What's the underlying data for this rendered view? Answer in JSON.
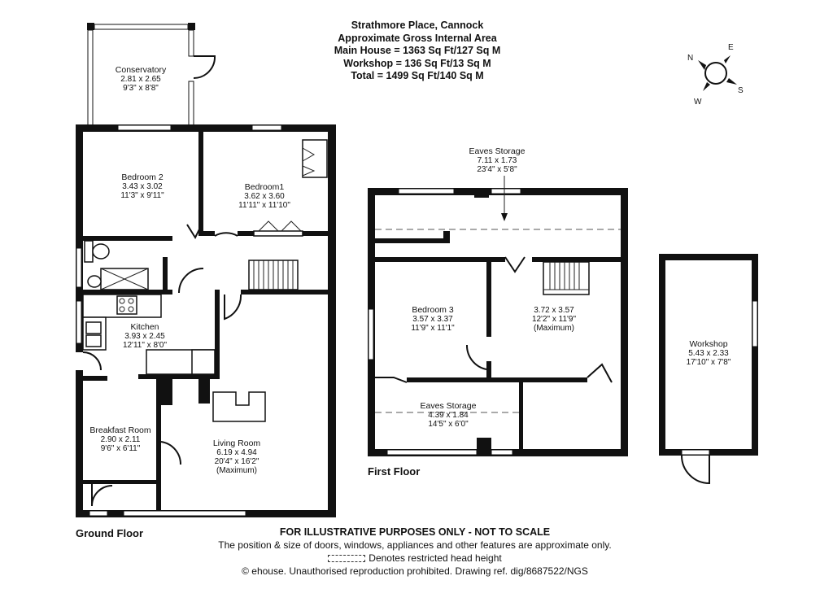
{
  "header": {
    "property": "Strathmore Place, Cannock",
    "area_title": "Approximate Gross Internal Area",
    "main_house": "Main House = 1363 Sq Ft/127 Sq M",
    "workshop": "Workshop = 136 Sq Ft/13 Sq M",
    "total": "Total = 1499 Sq Ft/140 Sq M"
  },
  "compass": {
    "n": "N",
    "e": "E",
    "s": "S",
    "w": "W"
  },
  "ground_floor": {
    "label": "Ground Floor",
    "rooms": {
      "conservatory": {
        "name": "Conservatory",
        "metric": "2.81 x 2.65",
        "imperial": "9'3\" x 8'8\""
      },
      "bedroom2": {
        "name": "Bedroom 2",
        "metric": "3.43 x 3.02",
        "imperial": "11'3\" x 9'11\""
      },
      "bedroom1": {
        "name": "Bedroom1",
        "metric": "3.62 x 3.60",
        "imperial": "11'11\" x 11'10\""
      },
      "kitchen": {
        "name": "Kitchen",
        "metric": "3.93 x 2.45",
        "imperial": "12'11\" x 8'0\""
      },
      "breakfast": {
        "name": "Breakfast Room",
        "metric": "2.90 x 2.11",
        "imperial": "9'6\" x 6'11\""
      },
      "living": {
        "name": "Living Room",
        "metric": "6.19 x 4.94",
        "imperial": "20'4\" x 16'2\"",
        "note": "(Maximum)"
      }
    }
  },
  "first_floor": {
    "label": "First Floor",
    "rooms": {
      "eaves_top": {
        "name": "Eaves Storage",
        "metric": "7.11 x 1.73",
        "imperial": "23'4\" x 5'8\""
      },
      "bedroom3": {
        "name": "Bedroom 3",
        "metric": "3.57 x 3.37",
        "imperial": "11'9\" x 11'1\""
      },
      "landing": {
        "metric": "3.72 x 3.57",
        "imperial": "12'2\" x 11'9\"",
        "note": "(Maximum)"
      },
      "eaves_bottom": {
        "name": "Eaves Storage",
        "metric": "4.39 x 1.84",
        "imperial": "14'5\" x 6'0\""
      }
    }
  },
  "workshop": {
    "name": "Workshop",
    "metric": "5.43 x 2.33",
    "imperial": "17'10\" x 7'8\""
  },
  "footer": {
    "disclaimer": "FOR ILLUSTRATIVE PURPOSES ONLY - NOT TO SCALE",
    "position_note": "The position & size of doors, windows, appliances and other features are approximate only.",
    "head_height_note": "Denotes restricted head height",
    "copyright": "© ehouse. Unauthorised reproduction prohibited. Drawing ref. dig/8687522/NGS"
  }
}
